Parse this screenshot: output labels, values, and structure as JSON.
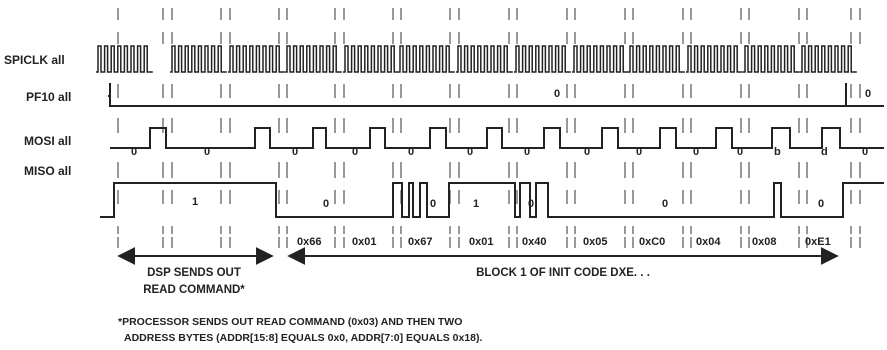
{
  "signals": [
    {
      "label": "SPICLK all",
      "values": []
    },
    {
      "label": "PF10 all",
      "values": [
        "0",
        "0"
      ]
    },
    {
      "label": "MOSI all",
      "values": [
        "0",
        "0",
        "0",
        "0",
        "0",
        "0",
        "0",
        "0",
        "0",
        "0",
        "0",
        "b",
        "d",
        "0"
      ]
    },
    {
      "label": "MISO all",
      "values": [
        "1",
        "0",
        "0",
        "1",
        "0",
        "0",
        "0"
      ]
    }
  ],
  "bytes": [
    "0x66",
    "0x01",
    "0x67",
    "0x01",
    "0x40",
    "0x05",
    "0xC0",
    "0x04",
    "0x08",
    "0xE1"
  ],
  "annotations": {
    "dsp_line1": "DSP SENDS OUT",
    "dsp_line2": "READ COMMAND*",
    "block": "BLOCK 1 OF INIT CODE DXE. . ."
  },
  "footnote": {
    "line1": "*PROCESSOR SENDS OUT READ COMMAND (0x03) AND THEN TWO",
    "line2": "ADDRESS BYTES (ADDR[15:8] EQUALS 0x0, ADDR[7:0] EQUALS 0x18)."
  }
}
